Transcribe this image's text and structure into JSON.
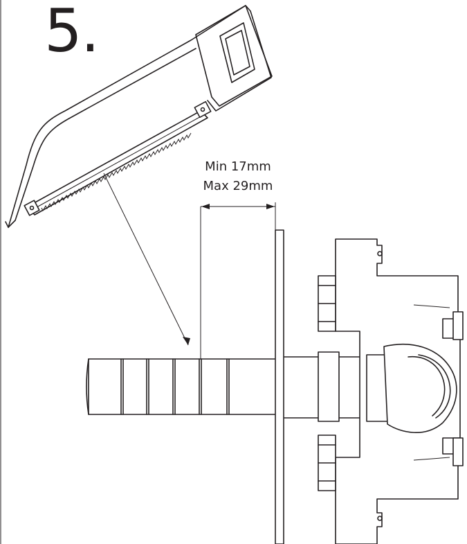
{
  "step": {
    "number": "5."
  },
  "dimension": {
    "min_label": "Min 17mm",
    "max_label": "Max 29mm"
  },
  "icons": {
    "saw": "hacksaw-icon",
    "valve": "valve-body-icon",
    "pipe": "pipe-icon"
  }
}
